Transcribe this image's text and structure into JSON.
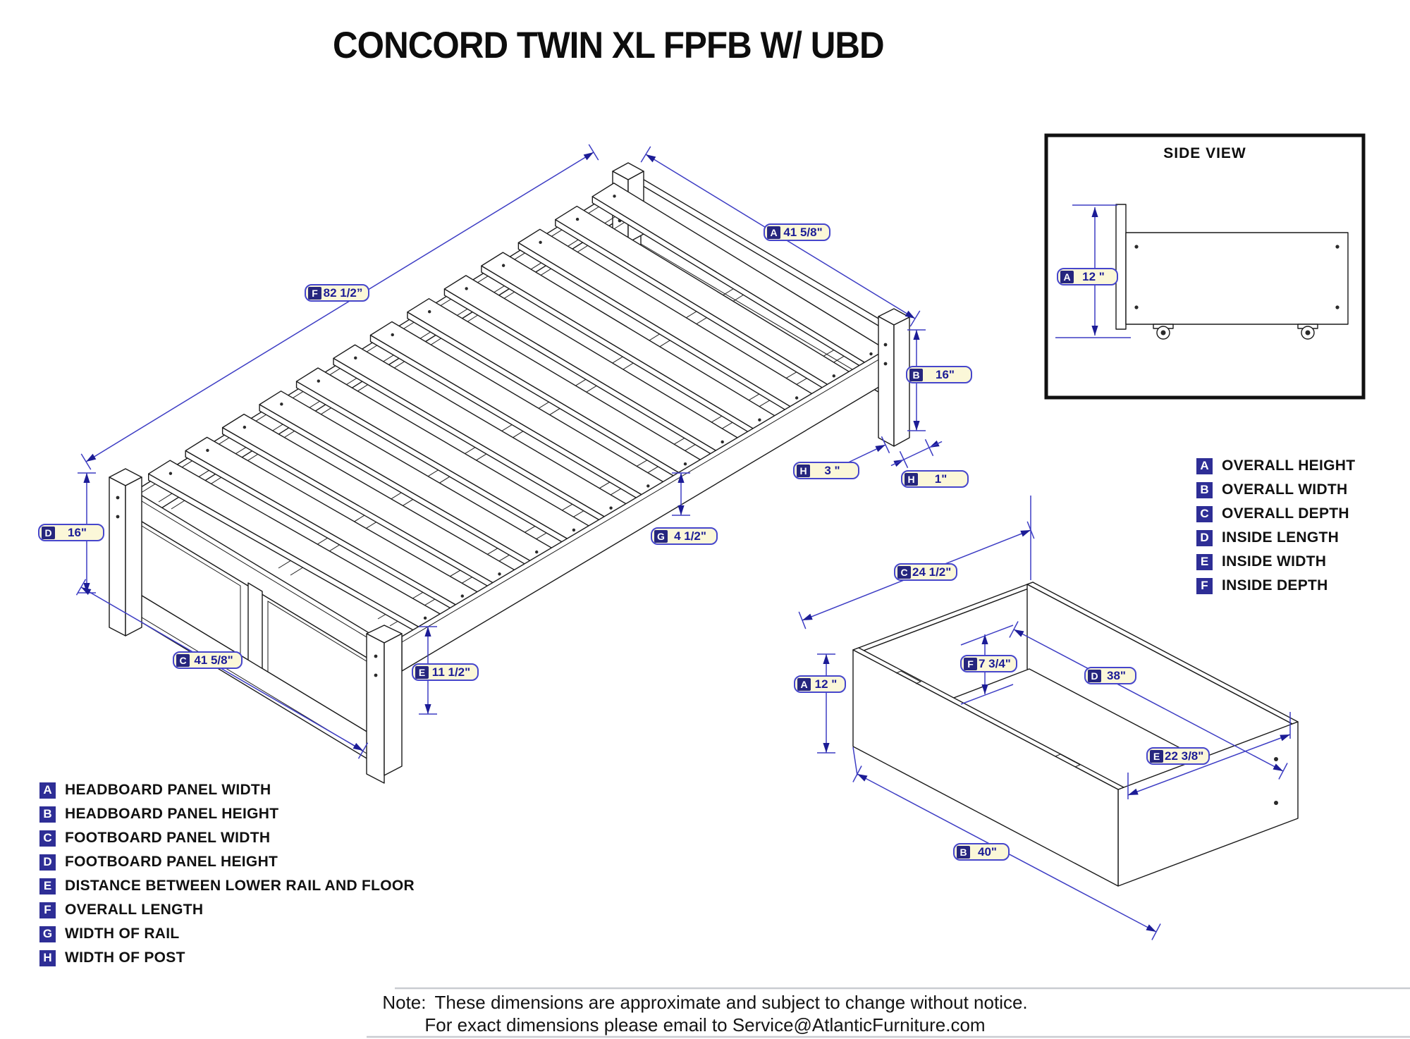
{
  "title": "CONCORD TWIN XL FPFB W/ UBD",
  "side_view": {
    "label": "SIDE VIEW",
    "dim": {
      "letter": "A",
      "value": "12 \""
    }
  },
  "dimension_labels": {
    "bed": [
      {
        "letter": "F",
        "value": "82 1/2”"
      },
      {
        "letter": "A",
        "value": "41 5/8\""
      },
      {
        "letter": "B",
        "value": "16\""
      },
      {
        "letter": "H",
        "value": "3 \""
      },
      {
        "letter": "H",
        "value": "1\""
      },
      {
        "letter": "G",
        "value": "4 1/2\""
      },
      {
        "letter": "D",
        "value": "16\""
      },
      {
        "letter": "C",
        "value": "41 5/8\""
      },
      {
        "letter": "E",
        "value": "11 1/2\""
      }
    ],
    "drawer": [
      {
        "letter": "C",
        "value": "24 1/2\""
      },
      {
        "letter": "A",
        "value": "12 \""
      },
      {
        "letter": "F",
        "value": "7 3/4\""
      },
      {
        "letter": "D",
        "value": "38\""
      },
      {
        "letter": "E",
        "value": "22 3/8\""
      },
      {
        "letter": "B",
        "value": "40\""
      }
    ]
  },
  "legend_measure": [
    {
      "letter": "A",
      "text": "OVERALL HEIGHT"
    },
    {
      "letter": "B",
      "text": "OVERALL WIDTH"
    },
    {
      "letter": "C",
      "text": "OVERALL DEPTH"
    },
    {
      "letter": "D",
      "text": "INSIDE LENGTH"
    },
    {
      "letter": "E",
      "text": "INSIDE WIDTH"
    },
    {
      "letter": "F",
      "text": "INSIDE DEPTH"
    }
  ],
  "legend_parts": [
    {
      "letter": "A",
      "text": "HEADBOARD PANEL WIDTH"
    },
    {
      "letter": "B",
      "text": "HEADBOARD PANEL HEIGHT"
    },
    {
      "letter": "C",
      "text": "FOOTBOARD PANEL WIDTH"
    },
    {
      "letter": "D",
      "text": "FOOTBOARD PANEL HEIGHT"
    },
    {
      "letter": "E",
      "text": "DISTANCE BETWEEN LOWER RAIL AND FLOOR"
    },
    {
      "letter": "F",
      "text": "OVERALL LENGTH"
    },
    {
      "letter": "G",
      "text": "WIDTH OF RAIL"
    },
    {
      "letter": "H",
      "text": "WIDTH OF POST"
    }
  ],
  "note": {
    "label": "Note:",
    "line1": "These dimensions are approximate and subject to change without notice.",
    "line2": "For exact dimensions please email to Service@AtlanticFurniture.com"
  },
  "colors": {
    "dimension_line": "#3d3dc4",
    "label_fill": "#FBF7D8",
    "badge_navy": "#26267e",
    "line_art": "#1a1a1a"
  }
}
